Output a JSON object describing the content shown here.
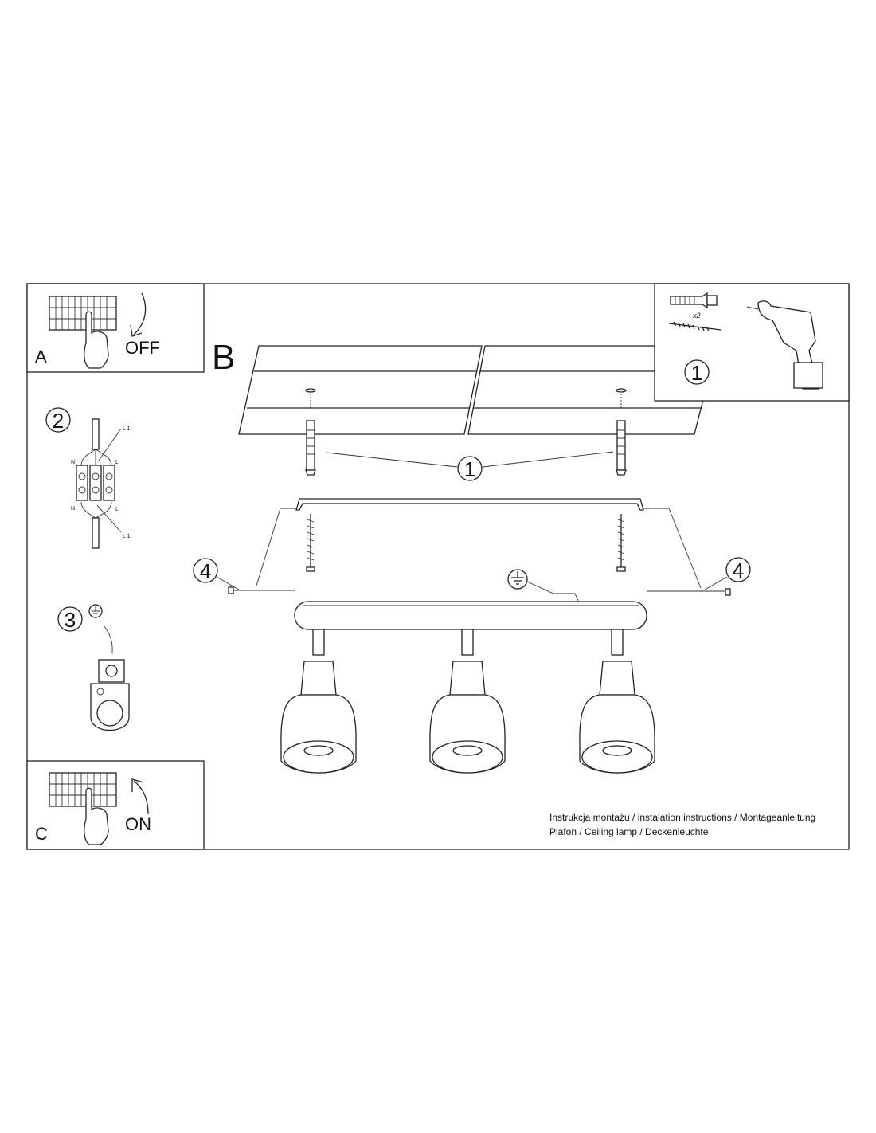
{
  "panels": {
    "a": {
      "letter": "A",
      "action": "OFF"
    },
    "b": {
      "letter": "B"
    },
    "c": {
      "letter": "C",
      "action": "ON"
    }
  },
  "steps": {
    "tools": {
      "number": "1",
      "quantity": "x2"
    },
    "wiring": {
      "number": "2",
      "n_top": "N",
      "l_top": "L",
      "l1_top": "L 1",
      "n_bottom": "N",
      "l_bottom": "L",
      "l1_bottom": "L 1"
    },
    "ground": {
      "number": "3"
    },
    "mount": {
      "number": "1"
    },
    "side_screw_left": {
      "number": "4"
    },
    "side_screw_right": {
      "number": "4"
    }
  },
  "footer": {
    "line1": "Instrukcja montażu / instalation instructions / Montageanleitung",
    "line2": "Plafon / Ceiling lamp / Deckenleuchte"
  },
  "icons": [
    "breaker-panel-icon",
    "hand-icon",
    "arrow-icon",
    "drill-icon",
    "wall-plug-icon",
    "screw-icon",
    "ground-symbol-icon",
    "terminal-block-icon"
  ]
}
